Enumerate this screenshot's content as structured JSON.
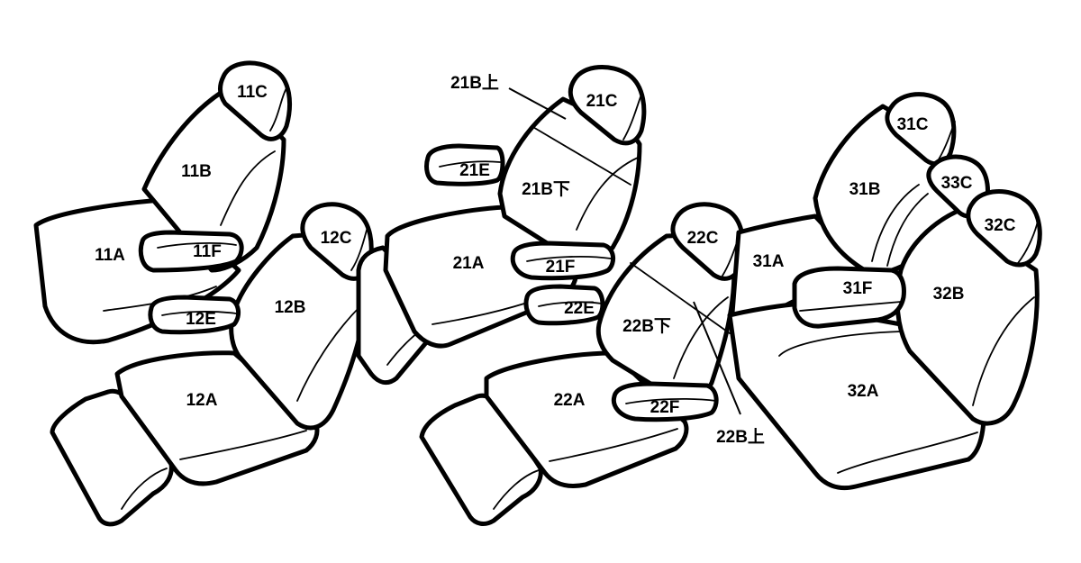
{
  "labels": {
    "s11A": "11A",
    "s11B": "11B",
    "s11C": "11C",
    "s11F": "11F",
    "s12A": "12A",
    "s12B": "12B",
    "s12C": "12C",
    "s12E": "12E",
    "s21A": "21A",
    "s21B_upper": "21B上",
    "s21B_lower": "21B下",
    "s21C": "21C",
    "s21E": "21E",
    "s21F": "21F",
    "s22A": "22A",
    "s22B_lower": "22B下",
    "s22B_upper": "22B上",
    "s22C": "22C",
    "s22E": "22E",
    "s22F": "22F",
    "s31A": "31A",
    "s31B": "31B",
    "s31C": "31C",
    "s31F": "31F",
    "s32A": "32A",
    "s32B": "32B",
    "s32C": "32C",
    "s33C": "33C"
  },
  "colors": {
    "line": "#000000",
    "fill": "#ffffff"
  }
}
